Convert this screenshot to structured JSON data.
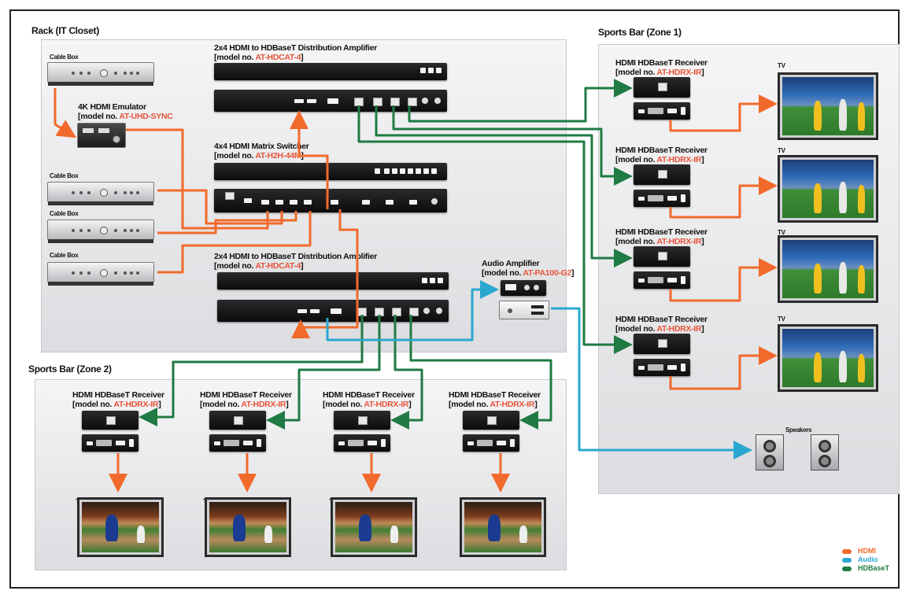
{
  "zones": {
    "rack": "Rack (IT Closet)",
    "zone1": "Sports Bar (Zone 1)",
    "zone2": "Sports Bar (Zone 2)"
  },
  "devices": {
    "cable_box": "Cable Box",
    "emulator": {
      "name": "4K HDMI Emulator",
      "prefix": "[model no. ",
      "model": "AT-UHD-SYNC"
    },
    "da_top": {
      "name": "2x4 HDMI to HDBaseT Distribution Amplifier",
      "prefix": "[model no. ",
      "model": "AT-HDCAT-4",
      "suffix": "]"
    },
    "matrix": {
      "name": "4x4 HDMI Matrix Switcher",
      "prefix": "[model no. ",
      "model": "AT-H2H-44M",
      "suffix": "]"
    },
    "da_bottom": {
      "name": "2x4 HDMI to HDBaseT Distribution Amplifier",
      "prefix": "[model no. ",
      "model": "AT-HDCAT-4",
      "suffix": "]"
    },
    "amp": {
      "name": "Audio Amplifier",
      "prefix": "[model no. ",
      "model": "AT-PA100-G2",
      "suffix": "]"
    },
    "receiver": {
      "name": "HDMI HDBaseT Receiver",
      "prefix": "[model no. ",
      "model": "AT-HDRX-IR",
      "suffix": "]"
    },
    "tv": "TV",
    "speakers": "Speakers"
  },
  "legend": [
    {
      "label": "HDMI",
      "color": "#f26a2b"
    },
    {
      "label": "Audio",
      "color": "#2aa7d0"
    },
    {
      "label": "HDBaseT",
      "color": "#1f7a43"
    }
  ],
  "colors": {
    "hdmi": "#f26a2b",
    "audio": "#2aa7d0",
    "hdbaset": "#1f7a43",
    "model": "#e8543a"
  }
}
